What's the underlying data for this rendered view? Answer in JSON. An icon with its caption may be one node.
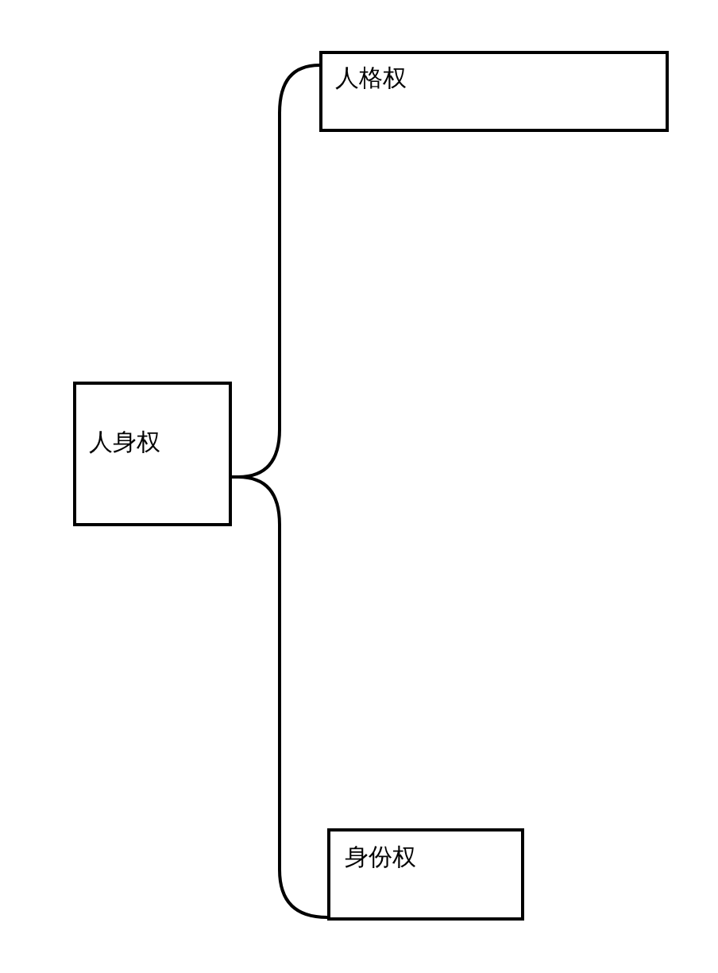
{
  "diagram": {
    "nodes": [
      {
        "text": [
          "人身权"
        ]
      },
      {
        "text": [
          "人格权"
        ]
      },
      {
        "text": [
          "身份权"
        ]
      }
    ],
    "edges": [
      {
        "from": 0,
        "to": 1,
        "arrow": "none"
      },
      {
        "from": 0,
        "to": 2,
        "arrow": "none"
      }
    ]
  }
}
